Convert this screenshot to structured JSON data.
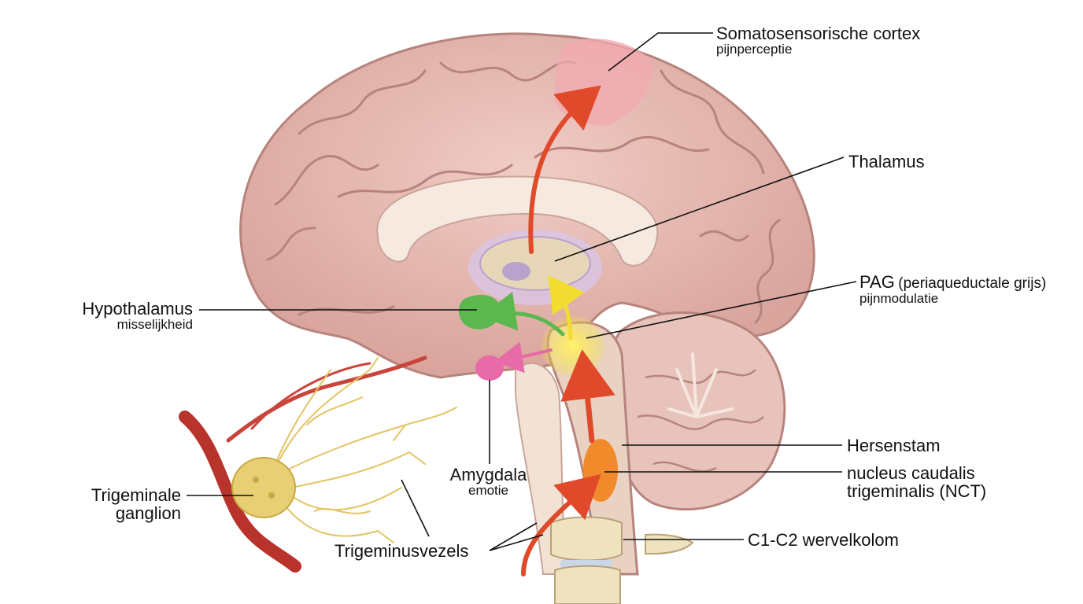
{
  "labels": {
    "somatosensory": {
      "title": "Somatosensorische cortex",
      "sub": "pijnperceptie"
    },
    "thalamus": {
      "title": "Thalamus"
    },
    "pag": {
      "title": "PAG",
      "paren": "(periaqueductale grijs)",
      "sub": "pijnmodulatie"
    },
    "hypothalamus": {
      "title": "Hypothalamus",
      "sub": "misselijkheid"
    },
    "amygdala": {
      "title": "Amygdala",
      "sub": "emotie"
    },
    "brainstem": {
      "title": "Hersenstam"
    },
    "nct": {
      "line1": "nucleus caudalis",
      "line2": "trigeminalis (NCT)"
    },
    "vertebra": {
      "title": "C1-C2 wervelkolom"
    },
    "ganglion": {
      "line1": "Trigeminale",
      "line2": "ganglion"
    },
    "fibers": {
      "title": "Trigeminusvezels"
    }
  },
  "colors": {
    "brain": "#e8bdb6",
    "brain_shadow": "#c99590",
    "cortex_highlight": "#f2a9b0",
    "pathway_red": "#e04a2a",
    "pathway_green": "#5cb84e",
    "pathway_pink": "#e86aa8",
    "pathway_yellow": "#f5e23a",
    "nct_orange": "#f08a2a",
    "thalamus_purple": "#b9a2cc",
    "nerve_yellow": "#e9cf74",
    "artery_red": "#b8332b"
  }
}
